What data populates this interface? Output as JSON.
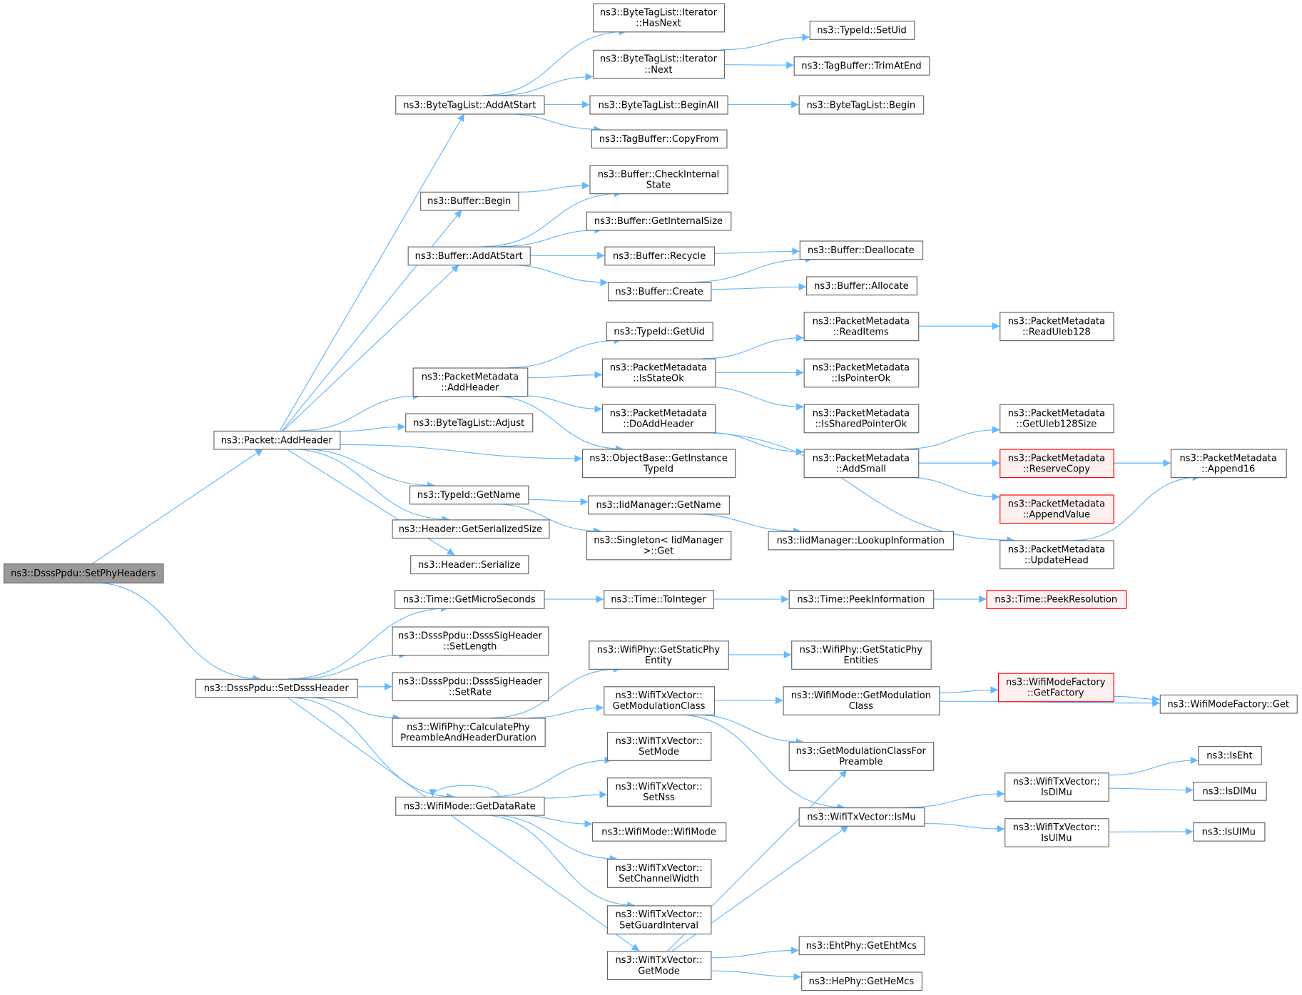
{
  "title": "Call graph of ns3::DsssPpdu::SetPhyHeaders",
  "colors": {
    "edge": "#63b8ff",
    "root_fill": "#999999",
    "truncated_border": "#ff0000",
    "truncated_fill": "#fff0f0"
  },
  "nodes": [
    {
      "id": 1,
      "lines": [
        "ns3::DsssPpdu::SetPhyHeaders"
      ],
      "style": "root"
    },
    {
      "id": 2,
      "lines": [
        "ns3::Packet::AddHeader"
      ]
    },
    {
      "id": 3,
      "lines": [
        "ns3::DsssPpdu::SetDsssHeader"
      ]
    },
    {
      "id": 4,
      "lines": [
        "ns3::ByteTagList::AddAtStart"
      ]
    },
    {
      "id": 5,
      "lines": [
        "ns3::Buffer::Begin"
      ]
    },
    {
      "id": 6,
      "lines": [
        "ns3::Buffer::AddAtStart"
      ]
    },
    {
      "id": 7,
      "lines": [
        "ns3::PacketMetadata",
        "::AddHeader"
      ]
    },
    {
      "id": 8,
      "lines": [
        "ns3::ByteTagList::Adjust"
      ]
    },
    {
      "id": 9,
      "lines": [
        "ns3::TypeId::GetName"
      ]
    },
    {
      "id": 10,
      "lines": [
        "ns3::Header::GetSerializedSize"
      ]
    },
    {
      "id": 11,
      "lines": [
        "ns3::Header::Serialize"
      ]
    },
    {
      "id": 12,
      "lines": [
        "ns3::Time::GetMicroSeconds"
      ]
    },
    {
      "id": 13,
      "lines": [
        "ns3::DsssPpdu::DsssSigHeader",
        "::SetLength"
      ]
    },
    {
      "id": 14,
      "lines": [
        "ns3::DsssPpdu::DsssSigHeader",
        "::SetRate"
      ]
    },
    {
      "id": 15,
      "lines": [
        "ns3::WifiPhy::CalculatePhy",
        "PreambleAndHeaderDuration"
      ]
    },
    {
      "id": 16,
      "lines": [
        "ns3::WifiMode::GetDataRate"
      ]
    },
    {
      "id": 17,
      "lines": [
        "ns3::ByteTagList::Iterator",
        "::HasNext"
      ]
    },
    {
      "id": 18,
      "lines": [
        "ns3::ByteTagList::Iterator",
        "::Next"
      ]
    },
    {
      "id": 19,
      "lines": [
        "ns3::ByteTagList::BeginAll"
      ]
    },
    {
      "id": 20,
      "lines": [
        "ns3::TagBuffer::CopyFrom"
      ]
    },
    {
      "id": 21,
      "lines": [
        "ns3::Buffer::CheckInternal",
        "State"
      ]
    },
    {
      "id": 22,
      "lines": [
        "ns3::Buffer::GetInternalSize"
      ]
    },
    {
      "id": 23,
      "lines": [
        "ns3::Buffer::Recycle"
      ]
    },
    {
      "id": 24,
      "lines": [
        "ns3::Buffer::Create"
      ]
    },
    {
      "id": 25,
      "lines": [
        "ns3::TypeId::GetUid"
      ]
    },
    {
      "id": 26,
      "lines": [
        "ns3::PacketMetadata",
        "::IsStateOk"
      ]
    },
    {
      "id": 27,
      "lines": [
        "ns3::PacketMetadata",
        "::DoAddHeader"
      ]
    },
    {
      "id": 28,
      "lines": [
        "ns3::ObjectBase::GetInstance",
        "TypeId"
      ]
    },
    {
      "id": 29,
      "lines": [
        "ns3::IidManager::GetName"
      ]
    },
    {
      "id": 30,
      "lines": [
        "ns3::Singleton< IidManager",
        ">::Get"
      ]
    },
    {
      "id": 31,
      "lines": [
        "ns3::Time::ToInteger"
      ]
    },
    {
      "id": 32,
      "lines": [
        "ns3::WifiPhy::GetStaticPhy",
        "Entity"
      ]
    },
    {
      "id": 33,
      "lines": [
        "ns3::WifiTxVector::",
        "GetModulationClass"
      ]
    },
    {
      "id": 34,
      "lines": [
        "ns3::WifiTxVector::",
        "SetMode"
      ]
    },
    {
      "id": 35,
      "lines": [
        "ns3::WifiTxVector::",
        "SetNss"
      ]
    },
    {
      "id": 36,
      "lines": [
        "ns3::WifiMode::WifiMode"
      ]
    },
    {
      "id": 37,
      "lines": [
        "ns3::WifiTxVector::",
        "SetChannelWidth"
      ]
    },
    {
      "id": 38,
      "lines": [
        "ns3::WifiTxVector::",
        "SetGuardInterval"
      ]
    },
    {
      "id": 39,
      "lines": [
        "ns3::WifiTxVector::",
        "GetMode"
      ]
    },
    {
      "id": 40,
      "lines": [
        "ns3::TypeId::SetUid"
      ]
    },
    {
      "id": 41,
      "lines": [
        "ns3::TagBuffer::TrimAtEnd"
      ]
    },
    {
      "id": 42,
      "lines": [
        "ns3::ByteTagList::Begin"
      ]
    },
    {
      "id": 43,
      "lines": [
        "ns3::Buffer::Deallocate"
      ]
    },
    {
      "id": 44,
      "lines": [
        "ns3::Buffer::Allocate"
      ]
    },
    {
      "id": 45,
      "lines": [
        "ns3::PacketMetadata",
        "::ReadItems"
      ]
    },
    {
      "id": 46,
      "lines": [
        "ns3::PacketMetadata",
        "::IsPointerOk"
      ]
    },
    {
      "id": 47,
      "lines": [
        "ns3::PacketMetadata",
        "::IsSharedPointerOk"
      ]
    },
    {
      "id": 48,
      "lines": [
        "ns3::PacketMetadata",
        "::AddSmall"
      ]
    },
    {
      "id": 49,
      "lines": [
        "ns3::IidManager::LookupInformation"
      ]
    },
    {
      "id": 50,
      "lines": [
        "ns3::Time::PeekInformation"
      ]
    },
    {
      "id": 51,
      "lines": [
        "ns3::WifiPhy::GetStaticPhy",
        "Entities"
      ]
    },
    {
      "id": 52,
      "lines": [
        "ns3::WifiMode::GetModulation",
        "Class"
      ]
    },
    {
      "id": 53,
      "lines": [
        "ns3::GetModulationClassFor",
        "Preamble"
      ]
    },
    {
      "id": 54,
      "lines": [
        "ns3::WifiTxVector::IsMu"
      ]
    },
    {
      "id": 55,
      "lines": [
        "ns3::EhtPhy::GetEhtMcs"
      ]
    },
    {
      "id": 56,
      "lines": [
        "ns3::HePhy::GetHeMcs"
      ]
    },
    {
      "id": 57,
      "lines": [
        "ns3::PacketMetadata",
        "::ReadUleb128"
      ]
    },
    {
      "id": 58,
      "lines": [
        "ns3::PacketMetadata",
        "::GetUleb128Size"
      ]
    },
    {
      "id": 59,
      "lines": [
        "ns3::PacketMetadata",
        "::ReserveCopy"
      ],
      "style": "trunc"
    },
    {
      "id": 60,
      "lines": [
        "ns3::PacketMetadata",
        "::AppendValue"
      ],
      "style": "trunc"
    },
    {
      "id": 61,
      "lines": [
        "ns3::PacketMetadata",
        "::UpdateHead"
      ]
    },
    {
      "id": 62,
      "lines": [
        "ns3::Time::PeekResolution"
      ],
      "style": "trunc"
    },
    {
      "id": 63,
      "lines": [
        "ns3::WifiModeFactory",
        "::GetFactory"
      ],
      "style": "trunc"
    },
    {
      "id": 64,
      "lines": [
        "ns3::WifiTxVector::",
        "IsDlMu"
      ]
    },
    {
      "id": 65,
      "lines": [
        "ns3::WifiTxVector::",
        "IsUlMu"
      ]
    },
    {
      "id": 66,
      "lines": [
        "ns3::PacketMetadata",
        "::Append16"
      ]
    },
    {
      "id": 67,
      "lines": [
        "ns3::WifiModeFactory::Get"
      ]
    },
    {
      "id": 68,
      "lines": [
        "ns3::IsEht"
      ]
    },
    {
      "id": 69,
      "lines": [
        "ns3::IsDlMu"
      ]
    },
    {
      "id": 70,
      "lines": [
        "ns3::IsUlMu"
      ]
    }
  ],
  "edges": [
    [
      1,
      2
    ],
    [
      1,
      3
    ],
    [
      2,
      4
    ],
    [
      2,
      5
    ],
    [
      2,
      6
    ],
    [
      2,
      7
    ],
    [
      2,
      8
    ],
    [
      2,
      28
    ],
    [
      2,
      9
    ],
    [
      2,
      10
    ],
    [
      2,
      11
    ],
    [
      4,
      17
    ],
    [
      4,
      18
    ],
    [
      4,
      19
    ],
    [
      4,
      20
    ],
    [
      18,
      40
    ],
    [
      18,
      41
    ],
    [
      19,
      42
    ],
    [
      5,
      21
    ],
    [
      6,
      21
    ],
    [
      6,
      22
    ],
    [
      6,
      23
    ],
    [
      6,
      24
    ],
    [
      23,
      43
    ],
    [
      24,
      43
    ],
    [
      24,
      44
    ],
    [
      7,
      25
    ],
    [
      7,
      26
    ],
    [
      7,
      27
    ],
    [
      7,
      28
    ],
    [
      26,
      45
    ],
    [
      26,
      46
    ],
    [
      26,
      47
    ],
    [
      45,
      57
    ],
    [
      27,
      48
    ],
    [
      27,
      61
    ],
    [
      48,
      66
    ],
    [
      48,
      58
    ],
    [
      48,
      59
    ],
    [
      48,
      60
    ],
    [
      59,
      66
    ],
    [
      61,
      66
    ],
    [
      9,
      29
    ],
    [
      9,
      30
    ],
    [
      29,
      49
    ],
    [
      3,
      12
    ],
    [
      3,
      13
    ],
    [
      3,
      14
    ],
    [
      3,
      15
    ],
    [
      3,
      16
    ],
    [
      3,
      39
    ],
    [
      12,
      31
    ],
    [
      31,
      50
    ],
    [
      50,
      62
    ],
    [
      15,
      32
    ],
    [
      15,
      33
    ],
    [
      32,
      51
    ],
    [
      33,
      52
    ],
    [
      33,
      53
    ],
    [
      33,
      54
    ],
    [
      52,
      63
    ],
    [
      52,
      67
    ],
    [
      63,
      67
    ],
    [
      16,
      16
    ],
    [
      16,
      34
    ],
    [
      16,
      35
    ],
    [
      16,
      36
    ],
    [
      16,
      37
    ],
    [
      16,
      38
    ],
    [
      39,
      53
    ],
    [
      39,
      54
    ],
    [
      39,
      55
    ],
    [
      39,
      56
    ],
    [
      54,
      64
    ],
    [
      54,
      65
    ],
    [
      64,
      68
    ],
    [
      64,
      69
    ],
    [
      65,
      70
    ]
  ]
}
